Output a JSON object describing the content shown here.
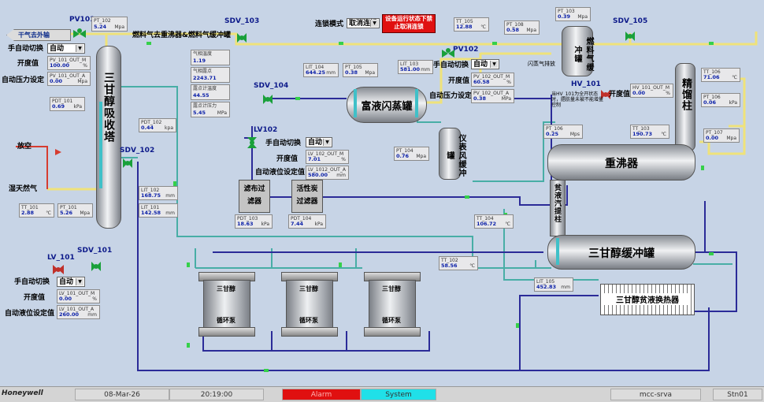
{
  "top": {
    "mode_label": "连锁模式",
    "mode_value": "取消连锁",
    "alarm_text": "设备运行状态下禁止取消连锁",
    "fuel_gas_label": "燃料气去重沸器&燃料气缓冲罐",
    "sweet_gas_label": "干气去外输"
  },
  "tags": {
    "pv101": "PV101",
    "sdv103": "SDV_103",
    "sdv105": "SDV_105",
    "sdv104": "SDV_104",
    "sdv102": "SDV_102",
    "sdv101": "SDV_101",
    "lv101": "LV_101",
    "lv102": "LV102",
    "pv102": "PV102",
    "hv101": "HV_101"
  },
  "absorber": {
    "manual_auto": "手自动切换",
    "mode": "自动",
    "open": "开度值",
    "press_set": "自动压力设定",
    "name": "三甘醇吸收塔",
    "pv_out_m_t": "PV_101_OUT_M",
    "pv_out_m_v": "100.00",
    "pv_out_m_u": "%",
    "pv_out_a_t": "PV_101_OUT_A",
    "pv_out_a_v": "0.00",
    "pv_out_a_u": "Mpa",
    "pt102_t": "PT_102",
    "pt102_v": "5.24",
    "pt102_u": "Mpa",
    "pdt101_t": "PDT_101",
    "pdt101_v": "0.69",
    "pdt101_u": "kPa",
    "pdt102_t": "PDT_102",
    "pdt102_v": "0.44",
    "pdt102_u": "kpa",
    "lt102_t": "LIT_102",
    "lt102_v": "168.75",
    "lt102_u": "mm",
    "lt101_t": "LIT_101",
    "lt101_v": "142.58",
    "lt101_u": "mm",
    "tt101_t": "TT_101",
    "tt101_v": "2.88",
    "tt101_u": "℃",
    "pt101_t": "PT_101",
    "pt101_v": "5.26",
    "pt101_u": "Mpa",
    "vent": "放空",
    "wet_gas": "湿天然气"
  },
  "gas_info": {
    "g1_t": "气相温度",
    "g1_v": "1.19",
    "g2_t": "气相露点",
    "g2_v": "2243.71",
    "g3_t": "露点计温度",
    "g3_v": "44.55",
    "g4_t": "露点计压力",
    "g4_v": "5.45",
    "g4_u": "MPa"
  },
  "lv101": {
    "manual_auto": "手自动切换",
    "mode": "自动",
    "open": "开度值",
    "level_set": "自动液位设定值",
    "out_m_t": "LV_101_OUT_M",
    "out_m_v": "0.00",
    "out_m_u": "%",
    "out_a_t": "LV_101_OUT_A",
    "out_a_v": "260.00",
    "out_a_u": "mm"
  },
  "flash": {
    "name": "富液闪蒸罐",
    "lit104_t": "LIT_104",
    "lit104_v": "644.25",
    "lit104_u": "mm",
    "pt105_t": "PT_105",
    "pt105_v": "0.38",
    "pt105_u": "Mpa",
    "lit103_t": "LIT_103",
    "lit103_v": "581.00",
    "lit103_u": "mm",
    "manual_auto": "手自动切换",
    "mode": "自动",
    "open": "开度值",
    "press_set": "自动压力设定",
    "pv102_m_t": "PV_102_OUT_M",
    "pv102_m_v": "60.58",
    "pv102_m_u": "%",
    "pv102_a_t": "PV_102_OUT_A",
    "pv102_a_v": "0.38",
    "pv102_a_u": "MPa"
  },
  "lv102": {
    "manual_auto": "手自动切换",
    "mode": "自动",
    "open": "开度值",
    "level_set": "自动液位设定值",
    "out_m_t": "LV_102_OUT_M",
    "out_m_v": "7.01",
    "out_m_u": "%",
    "out_a_t": "LV_1012_OUT_A",
    "out_a_v": "580.00",
    "out_a_u": "mm"
  },
  "filters": {
    "cloth": "滤布过滤器",
    "carbon": "活性炭过滤器",
    "pdt103_t": "PDT_103",
    "pdt103_v": "18.63",
    "pdt103_u": "kPa",
    "pdt104_t": "PDT_104",
    "pdt104_v": "7.44",
    "pdt104_u": "kPa"
  },
  "instr": {
    "name": "仪表风缓冲罐",
    "pt104_t": "PT_104",
    "pt104_v": "0.76",
    "pt104_u": "Mpa"
  },
  "fuel": {
    "name": "燃料气缓冲罐",
    "note": "闪蒸气排放",
    "tt105_t": "TT_105",
    "tt105_v": "12.88",
    "tt105_u": "℃",
    "pt108_t": "PT_108",
    "pt108_v": "0.58",
    "pt108_u": "Mpa",
    "pt103_t": "PT_103",
    "pt103_v": "0.39",
    "pt103_u": "Mpa"
  },
  "regen": {
    "still": "精馏柱",
    "reboiler": "重沸器",
    "stripper": "贫液汽提柱",
    "buffer": "三甘醇缓冲罐",
    "hx": "三甘醇贫液换热器",
    "hv_note": "当HV_101为全开状态时，脂肪量未被不能增量控制",
    "hv_label": "开度值",
    "hv_out_m_t": "HV_101_OUT_M",
    "hv_out_m_v": "0.00",
    "hv_out_m_u": "%",
    "tt106_t": "TT_106",
    "tt106_v": "71.06",
    "tt106_u": "℃",
    "pt106_t": "PT_106",
    "pt106_v": "0.06",
    "pt106_u": "kPa",
    "pt106b_t": "PT_106",
    "pt106b_v": "0.25",
    "pt106b_u": "Mps",
    "tt103_t": "TT_103",
    "tt103_v": "190.73",
    "tt103_u": "℃",
    "pt107_t": "PT_107",
    "pt107_v": "0.00",
    "pt107_u": "Mpa",
    "tt104_t": "TT_104",
    "tt104_v": "106.72",
    "tt104_u": "℃",
    "tt102_t": "TT_102",
    "tt102_v": "58.56",
    "tt102_u": "℃",
    "lt105_t": "LIT_105",
    "lt105_v": "452.83",
    "lt105_u": "mm"
  },
  "pumps": {
    "p1_a": "三甘醇",
    "p1_b": "循环泵",
    "p2_a": "三甘醇",
    "p2_b": "循环泵",
    "p3_a": "三甘醇",
    "p3_b": "循环泵"
  },
  "status": {
    "brand": "Honeywell",
    "date": "08-Mar-26",
    "time": "20:19:00",
    "alarm": "Alarm",
    "system": "System",
    "server": "mcc-srva",
    "station": "Stn01"
  },
  "colors": {
    "gas": "#f0e67a",
    "liquid_lean": "#2c2c9a",
    "liquid_rich": "#4fb0a8",
    "vent": "#d63c30",
    "alarm": "#e01010",
    "system": "#20e0e8"
  }
}
